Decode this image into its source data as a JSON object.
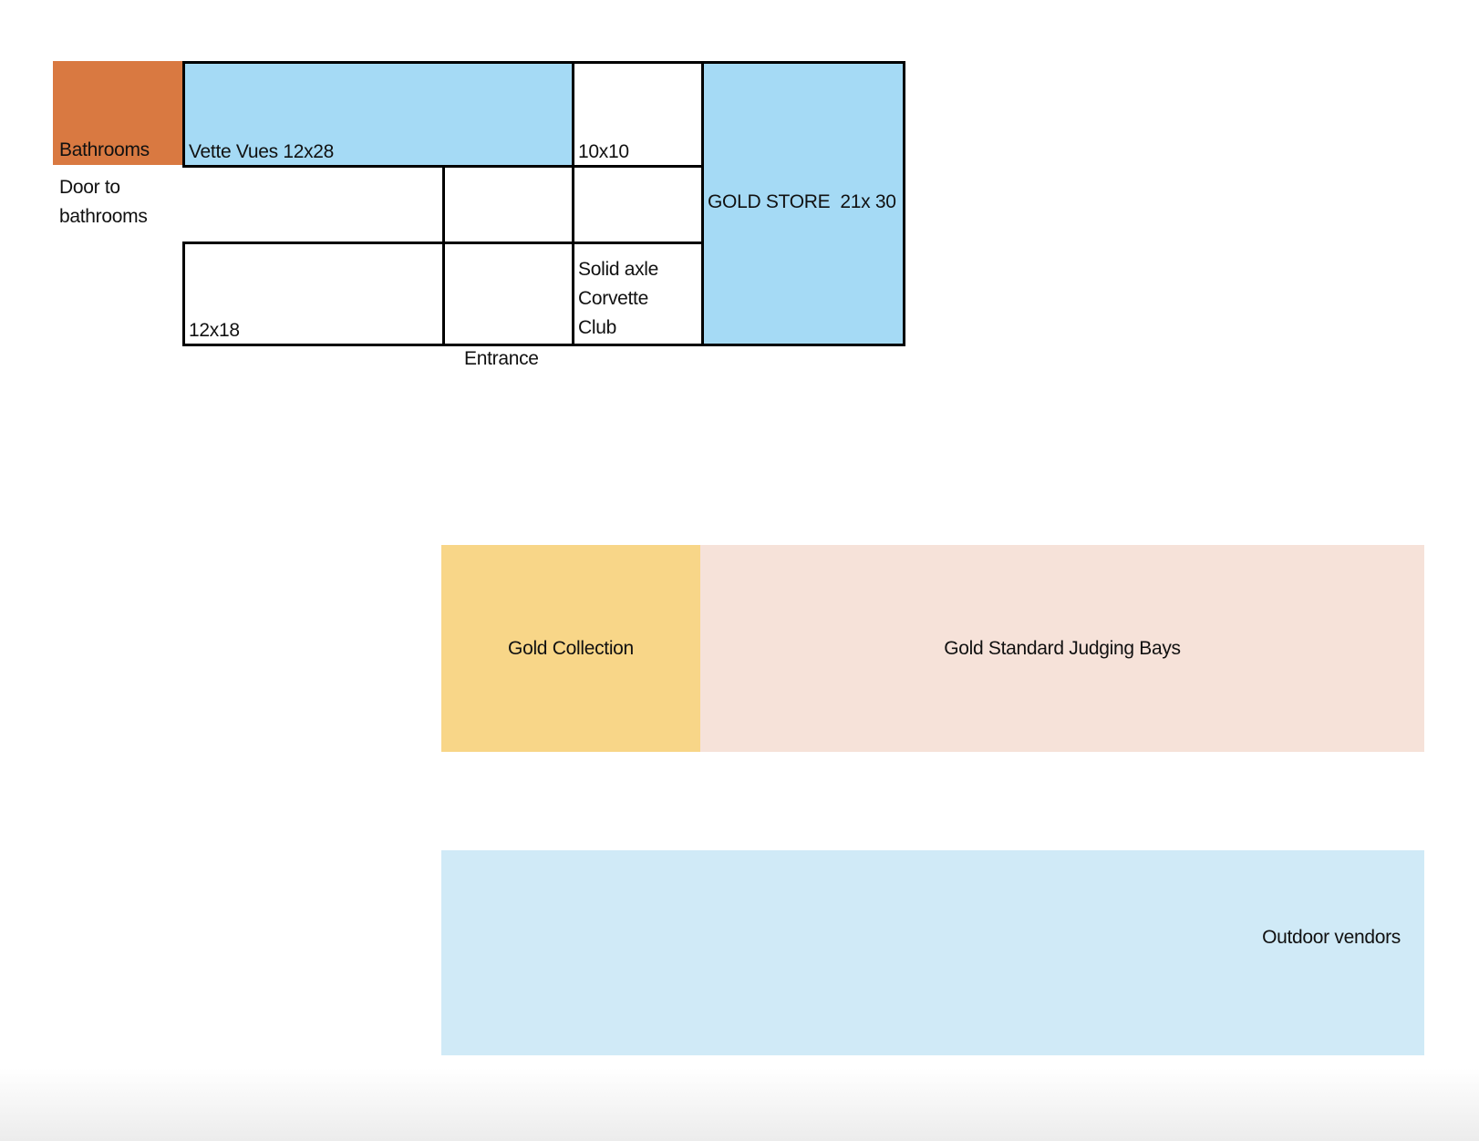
{
  "colors": {
    "bathrooms": "#d97941",
    "vette_vues": "#a5daf5",
    "gold_store": "#a5daf5",
    "gold_collection": "#f8d688",
    "judging_bays": "#f6e2d9",
    "outdoor_vendors": "#d0eaf7"
  },
  "floor_plan": {
    "bathrooms": "Bathrooms",
    "door_line1": "Door to",
    "door_line2": "bathrooms",
    "vette_vues": "Vette Vues 12x28",
    "booth_10x10": "10x10",
    "gold_store": "GOLD STORE  21x 30",
    "booth_12x18": "12x18",
    "solid_axle": [
      "Solid axle",
      "Corvette",
      "Club"
    ],
    "entrance": "Entrance"
  },
  "outdoor": {
    "gold_collection": "Gold Collection",
    "judging_bays": "Gold Standard Judging Bays",
    "outdoor_vendors": "Outdoor vendors"
  }
}
